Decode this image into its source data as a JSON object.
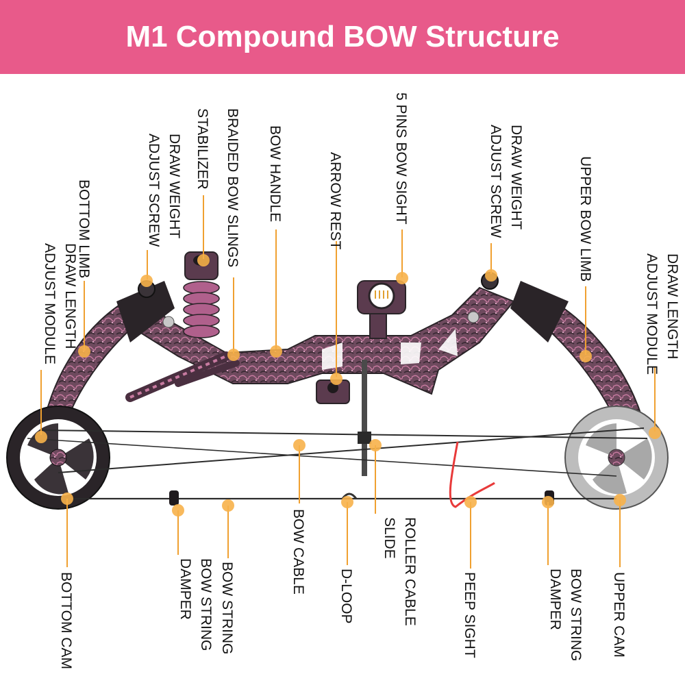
{
  "title": "M1 Compound BOW Structure",
  "colors": {
    "banner": "#e85a8a",
    "leader": "#f0a030",
    "dot": "#f7b14a",
    "bow_body": "#6e4a5e",
    "bow_dark": "#2a2428",
    "string": "#2b2b2b",
    "peep": "#e83a3a",
    "cam_light": "#c8c8c8"
  },
  "labels": {
    "draw_length_left": [
      "DRAW LENGTH",
      "ADJUST MODULE"
    ],
    "bottom_limb": [
      "BOTTOM LIMB"
    ],
    "draw_weight_left": [
      "DRAW WEIGHT",
      "ADJUST SCREW"
    ],
    "stabilizer": [
      "STABILIZER"
    ],
    "braided_slings": [
      "BRAIDED BOW SLINGS"
    ],
    "bow_handle": [
      "BOW HANDLE"
    ],
    "arrow_rest": [
      "ARROW REST"
    ],
    "bow_sight": [
      "5 PINS BOW SIGHT"
    ],
    "draw_weight_right": [
      "DRAW WEIGHT",
      "ADJUST SCREW"
    ],
    "upper_limb": [
      "UPPER BOW LIMB"
    ],
    "draw_length_right": [
      "DRAW LENGTH",
      "ADJUST MODULE"
    ],
    "bottom_cam": [
      "BOTTOM CAM"
    ],
    "string_damper_left": [
      "BOW STRING",
      "DAMPER"
    ],
    "bow_string": [
      "BOW STRING"
    ],
    "bow_cable": [
      "BOW CABLE"
    ],
    "d_loop": [
      "D-LOOP"
    ],
    "roller_slide": [
      "ROLLER CABLE",
      "SLIDE"
    ],
    "peep_sight": [
      "PEEP SIGHT"
    ],
    "string_damper_right": [
      "BOW STRING",
      "DAMPER"
    ],
    "upper_cam": [
      "UPPER CAM"
    ]
  }
}
